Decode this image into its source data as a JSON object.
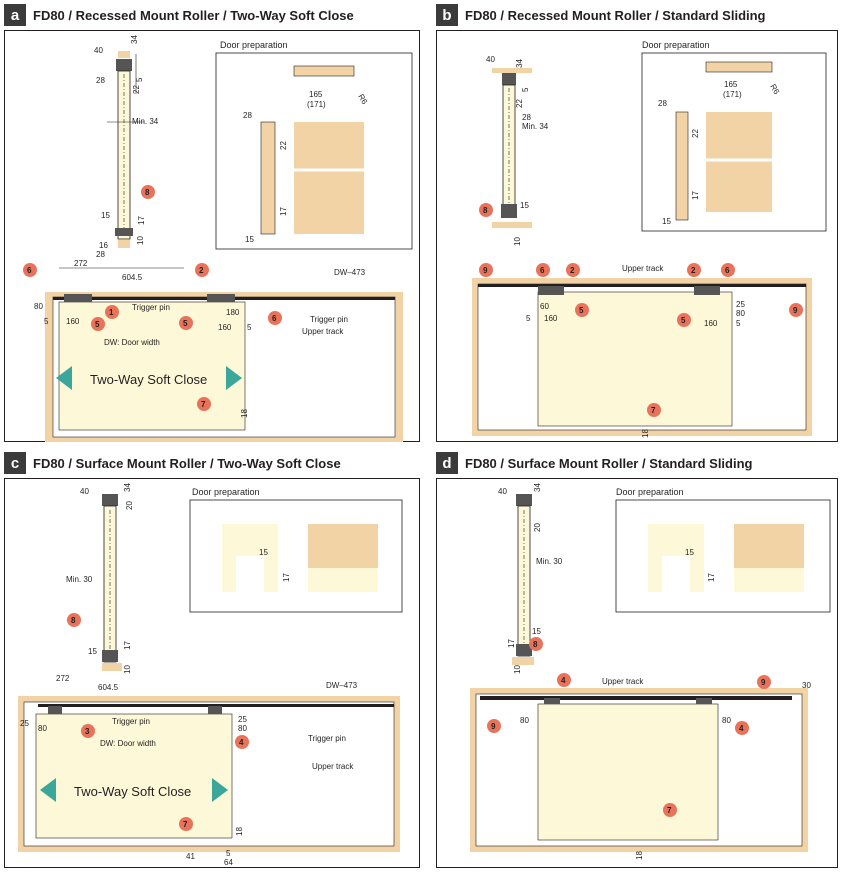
{
  "colors": {
    "wood": "#f2d3a5",
    "door": "#fdf8d7",
    "callout": "#e8735a",
    "arrow": "#3aa79a",
    "line": "#231f20"
  },
  "panels": [
    {
      "letter": "a",
      "title": "FD80 / Recessed Mount Roller / Two-Way Soft Close",
      "door_prep": "Door preparation",
      "section_dims": {
        "d40": "40",
        "d34": "34",
        "d28": "28",
        "d5": "5",
        "d22": "22",
        "min": "Min. 34",
        "d15": "15",
        "d17": "17",
        "d16": "16",
        "d10": "10",
        "d28b": "28"
      },
      "prep_dims": {
        "d165": "165",
        "d171": "(171)",
        "r6": "R6",
        "d28": "28",
        "d22": "22",
        "d17": "17",
        "d15": "15"
      },
      "elev_dims": {
        "d272": "272",
        "d6045": "604.5",
        "dw473": "DW–473",
        "d80": "80",
        "d5": "5",
        "d160": "160",
        "d180": "180",
        "d160b": "160",
        "d5b": "5",
        "d18": "18"
      },
      "labels": {
        "trigger_pin": "Trigger pin",
        "trigger_pin2": "Trigger pin",
        "upper_track": "Upper track",
        "door_width": "DW: Door width",
        "soft_close": "Two-Way Soft Close"
      },
      "callouts": [
        "6",
        "2",
        "5",
        "1",
        "5",
        "6",
        "8",
        "7"
      ]
    },
    {
      "letter": "b",
      "title": "FD80 / Recessed Mount Roller / Standard Sliding",
      "door_prep": "Door preparation",
      "section_dims": {
        "d40": "40",
        "d34": "34",
        "d5": "5",
        "d22": "22",
        "d28": "28",
        "min": "Min. 34",
        "d15": "15",
        "d10": "10"
      },
      "prep_dims": {
        "d165": "165",
        "d171": "(171)",
        "r6": "R6",
        "d28": "28",
        "d22": "22",
        "d17": "17",
        "d15": "15"
      },
      "elev_dims": {
        "d60": "60",
        "d5": "5",
        "d160": "160",
        "d25": "25",
        "d80": "80",
        "d160b": "160",
        "d5b": "5",
        "d18": "18"
      },
      "labels": {
        "upper_track": "Upper track"
      },
      "callouts": [
        "9",
        "6",
        "2",
        "5",
        "2",
        "6",
        "5",
        "9",
        "8",
        "7"
      ]
    },
    {
      "letter": "c",
      "title": "FD80 / Surface Mount Roller / Two-Way Soft Close",
      "door_prep": "Door preparation",
      "section_dims": {
        "d40": "40",
        "d34": "34",
        "d20": "20",
        "min": "Min. 30",
        "d15": "15",
        "d17": "17",
        "d10": "10"
      },
      "prep_dims": {
        "d15": "15",
        "d17": "17"
      },
      "elev_dims": {
        "d272": "272",
        "d6045": "604.5",
        "dw473": "DW–473",
        "d25": "25",
        "d80": "80",
        "d25b": "25",
        "d80b": "80",
        "d18": "18",
        "d41": "41",
        "d5": "5",
        "d64": "64"
      },
      "labels": {
        "trigger_pin": "Trigger pin",
        "trigger_pin2": "Trigger pin",
        "upper_track": "Upper track",
        "door_width": "DW: Door width",
        "soft_close": "Two-Way Soft Close"
      },
      "callouts": [
        "3",
        "4",
        "8",
        "7"
      ]
    },
    {
      "letter": "d",
      "title": "FD80 / Surface Mount Roller / Standard Sliding",
      "door_prep": "Door preparation",
      "section_dims": {
        "d40": "40",
        "d34": "34",
        "d20": "20",
        "min": "Min. 30",
        "d15": "15",
        "d17": "17",
        "d10": "10"
      },
      "prep_dims": {
        "d15": "15",
        "d17": "17"
      },
      "elev_dims": {
        "d30": "30",
        "d80": "80",
        "d80b": "80",
        "d18": "18"
      },
      "labels": {
        "upper_track": "Upper track"
      },
      "callouts": [
        "4",
        "4",
        "9",
        "9",
        "8",
        "7"
      ]
    }
  ]
}
